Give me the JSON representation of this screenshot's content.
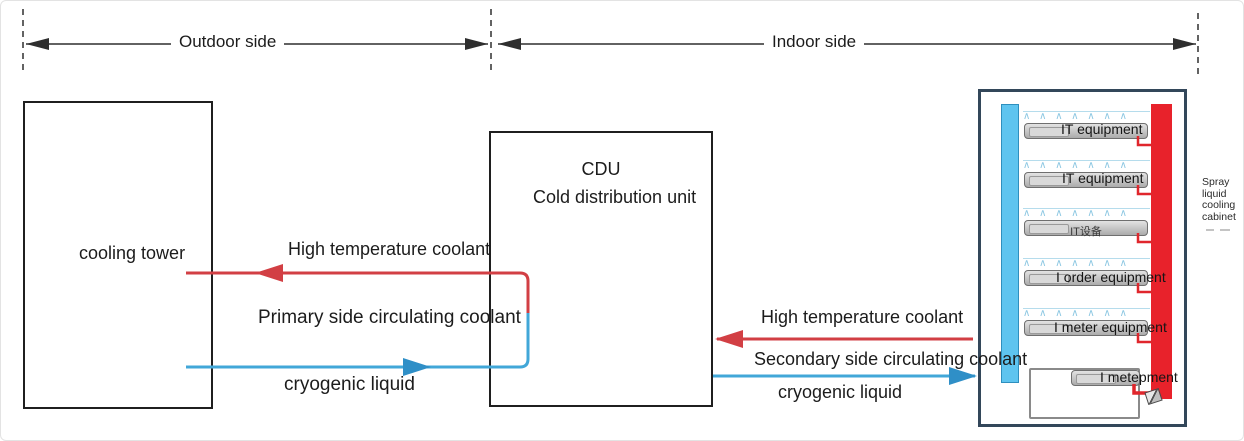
{
  "ruler": {
    "outdoor_label": "Outdoor side",
    "indoor_label": "Indoor side"
  },
  "outdoor": {
    "cooling_tower_label": "cooling tower"
  },
  "cdu": {
    "title": "CDU",
    "subtitle": "Cold distribution unit"
  },
  "primary_loop": {
    "hot_label": "High temperature coolant",
    "name_label": "Primary side circulating coolant",
    "cold_label": "cryogenic liquid"
  },
  "secondary_loop": {
    "hot_label": "High temperature coolant",
    "name_label": "Secondary side circulating coolant",
    "cold_label": "cryogenic liquid"
  },
  "cabinet": {
    "side_label": "Spray\nliquid\ncooling\ncabinet",
    "rows": [
      {
        "label": "IT equipment"
      },
      {
        "label": "IT equipment"
      },
      {
        "label": "IT设备"
      },
      {
        "label": "I order equipment"
      },
      {
        "label": "I meter equipment"
      },
      {
        "label": "I metepment"
      }
    ]
  },
  "colors": {
    "hot_line": "#d23f44",
    "hot_bar": "#e8222b",
    "cold_line": "#41a7d8",
    "cold_bar": "#5ec4ef",
    "spray": "#8cc7e2",
    "cabinet_border": "#33475a",
    "box_border": "#1f1f1f"
  }
}
